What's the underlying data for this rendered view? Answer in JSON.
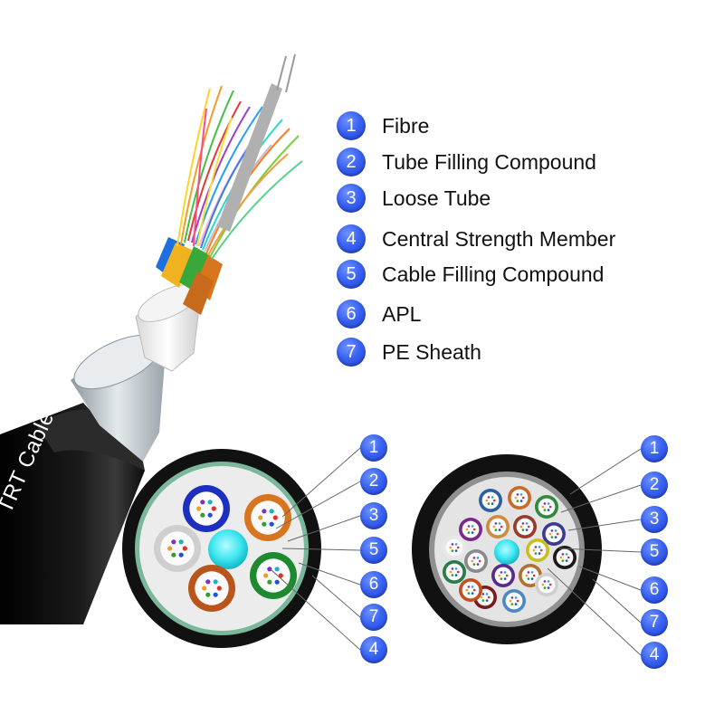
{
  "legend": [
    {
      "num": "1",
      "label": "Fibre"
    },
    {
      "num": "2",
      "label": "Tube Filling Compound"
    },
    {
      "num": "3",
      "label": "Loose Tube"
    },
    {
      "num": "4",
      "label": "Central Strength Member"
    },
    {
      "num": "5",
      "label": "Cable Filling Compound"
    },
    {
      "num": "6",
      "label": "APL"
    },
    {
      "num": "7",
      "label": "PE Sheath"
    }
  ],
  "cable_label": "TRT Cable",
  "callouts_left": [
    "1",
    "2",
    "3",
    "5",
    "6",
    "7",
    "4"
  ],
  "callouts_right": [
    "1",
    "2",
    "3",
    "5",
    "6",
    "7",
    "4"
  ],
  "colors": {
    "badge_blue": "#3a63f3",
    "sheath": "#111111",
    "apl_tape": "#b9c4cc",
    "central_member": "#3ee6f0",
    "filler": "#d8d8d8"
  },
  "tube_colors_left": [
    "#1c2fbf",
    "#d8751e",
    "#cfcfcf",
    "#1e8a2e",
    "#b8541c"
  ],
  "tube_colors_right": [
    "#2e5f9e",
    "#c96a2a",
    "#2f8a3a",
    "#7a2a8a",
    "#d08a40",
    "#9a3a2a",
    "#3a3a9a",
    "#e8e8e8",
    "#c9c020",
    "#1a1a1a",
    "#8a8a8a",
    "#5a2a8a",
    "#b07030",
    "#2a7a4a",
    "#7a1a1a",
    "#4a8ac0",
    "#d0d0d0",
    "#c05020"
  ]
}
